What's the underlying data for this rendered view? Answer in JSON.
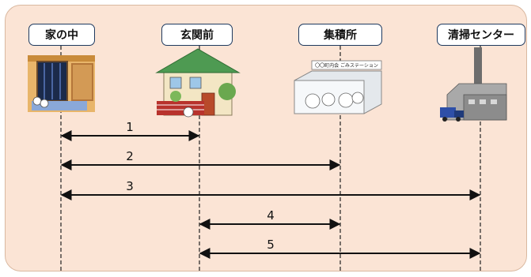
{
  "locations": [
    {
      "id": "home",
      "label": "家の中"
    },
    {
      "id": "entrance",
      "label": "玄関前"
    },
    {
      "id": "collection",
      "label": "集積所"
    },
    {
      "id": "center",
      "label": "清掃センター"
    }
  ],
  "routes": [
    {
      "label": "1",
      "from": "家の中",
      "to": "玄関前"
    },
    {
      "label": "2",
      "from": "家の中",
      "to": "集積所"
    },
    {
      "label": "3",
      "from": "家の中",
      "to": "清掃センター"
    },
    {
      "label": "4",
      "from": "玄関前",
      "to": "集積所"
    },
    {
      "label": "5",
      "from": "玄関前",
      "to": "清掃センター"
    }
  ],
  "collection_sign": "〇〇町内会 ごみステーション",
  "colors": {
    "panel": "#fbe4d5",
    "label_border": "#1f3a5f",
    "line": "#111111"
  },
  "icons": [
    "home-interior-illustration",
    "house-front-illustration",
    "garbage-station-illustration",
    "cleaning-center-illustration"
  ]
}
